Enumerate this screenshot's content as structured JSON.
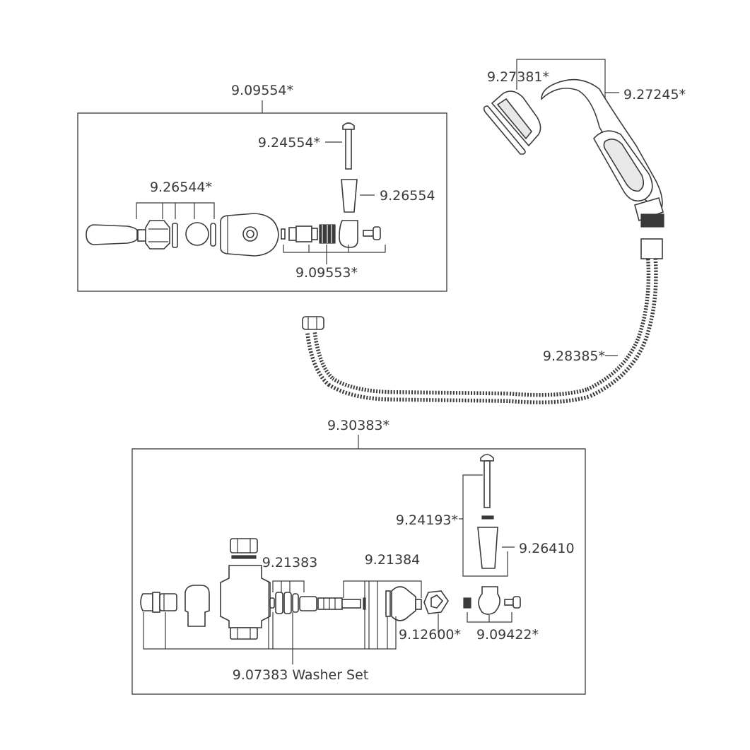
{
  "labels": {
    "handle_kit_top": "9.09554*",
    "screw_top": "9.24554*",
    "cap_top": "9.26554",
    "ring_set_top": "9.26544*",
    "stem_top": "9.09553*",
    "head_gasket": "9.27381*",
    "handshower": "9.27245*",
    "hose": "9.28385*",
    "valve_kit": "9.30383*",
    "screw_bottom": "9.24193*",
    "cap_bottom": "9.26410",
    "washers_a": "9.21383",
    "washers_b": "9.21384",
    "nut": "9.12600*",
    "handle_bottom": "9.09422*",
    "washer_set": "9.07383 Washer Set"
  },
  "colors": {
    "line": "#3a3a3a",
    "background": "#ffffff",
    "fill_light": "#e8e8e8"
  }
}
